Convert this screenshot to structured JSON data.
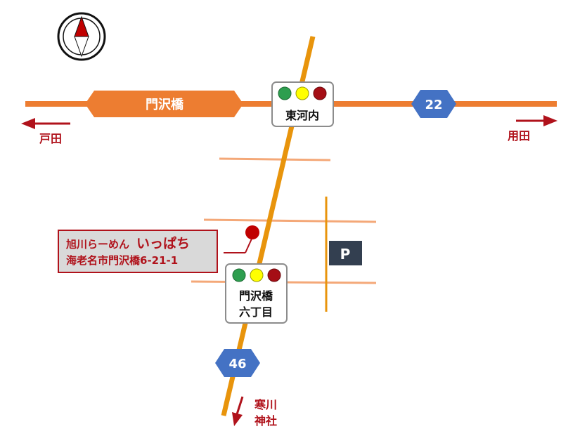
{
  "map": {
    "crossing_road_label": "門沢橋",
    "route_east_west": "22",
    "route_north_south": "46",
    "signal_north": "東河内",
    "signal_south_line1": "門沢橋",
    "signal_south_line2": "六丁目",
    "parking_label": "P",
    "direction_west": "戸田",
    "direction_east": "用田",
    "direction_south_line1": "寒川",
    "direction_south_line2": "神社",
    "shop_name": "旭川らーめん",
    "shop_brand": "いっぱち",
    "shop_address": "海老名市門沢橋6-21-1",
    "colors": {
      "main_road": "#ed7d31",
      "side_road": "#f4a878",
      "route_46_road": "#e8940c",
      "route_shield": "#4472c4",
      "accent_red": "#b0121b",
      "parking_bg": "#333f50",
      "signal_green": "#2e9e4f",
      "signal_yellow": "#ffff00",
      "signal_red": "#a50e15"
    }
  }
}
